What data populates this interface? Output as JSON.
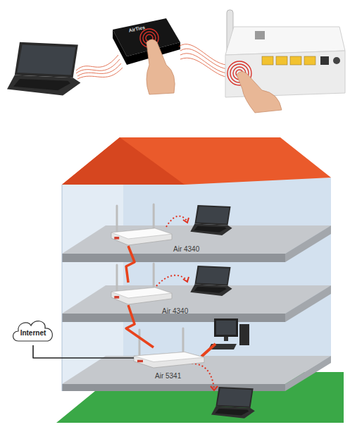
{
  "diagram": {
    "nodes": [
      {
        "text": [
          "Internet"
        ]
      },
      {
        "text": [
          "Air 4340"
        ]
      },
      {
        "text": [
          "Air 4340"
        ]
      },
      {
        "text": [
          "Air 5341"
        ]
      }
    ],
    "edges": [
      {
        "from": 0,
        "to": 3,
        "arrow": "none"
      },
      {
        "from": 1,
        "to": 2,
        "arrow": "none"
      },
      {
        "from": 2,
        "to": 3,
        "arrow": "none"
      }
    ],
    "labels": [
      "AirTies"
    ]
  }
}
